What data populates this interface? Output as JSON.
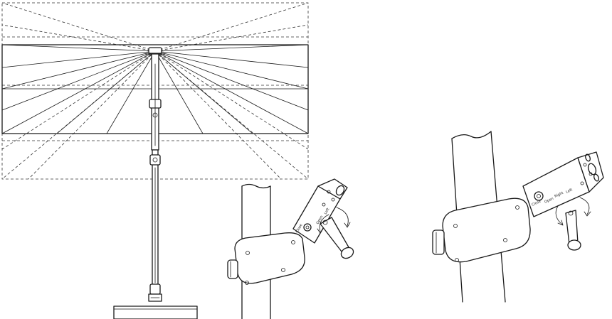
{
  "crank_labels": {
    "open": "Open",
    "close": "Close",
    "right": "Right",
    "left": "Left"
  }
}
